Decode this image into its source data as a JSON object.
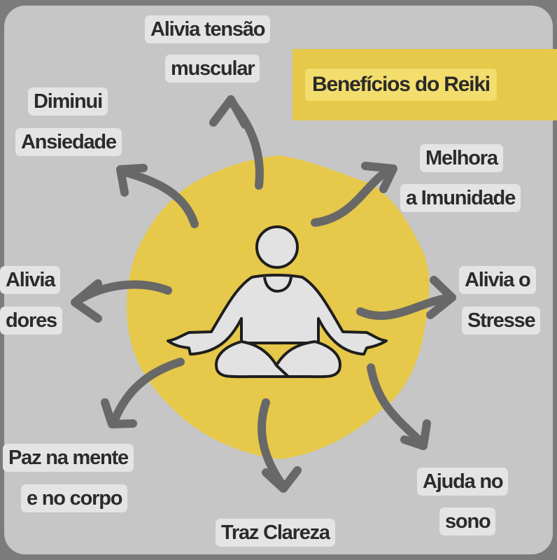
{
  "title": "Benefícios do Reiki",
  "colors": {
    "yellow": "#e6c84a",
    "arrow": "#686868",
    "label_bg": "#e4e4e4",
    "panel": "#c6c6c6"
  },
  "benefits": [
    {
      "line1": "Alivia tensão",
      "line2": "muscular"
    },
    {
      "line1": "Diminui",
      "line2": "Ansiedade"
    },
    {
      "line1": "Melhora",
      "line2": "a Imunidade"
    },
    {
      "line1": "Alivia",
      "line2": "dores"
    },
    {
      "line1": "Alivia o",
      "line2": "Stresse"
    },
    {
      "line1": "Paz na mente",
      "line2": "e no corpo"
    },
    {
      "line1": "Ajuda no",
      "line2": "sono"
    },
    {
      "line1": "Traz Clareza"
    }
  ]
}
